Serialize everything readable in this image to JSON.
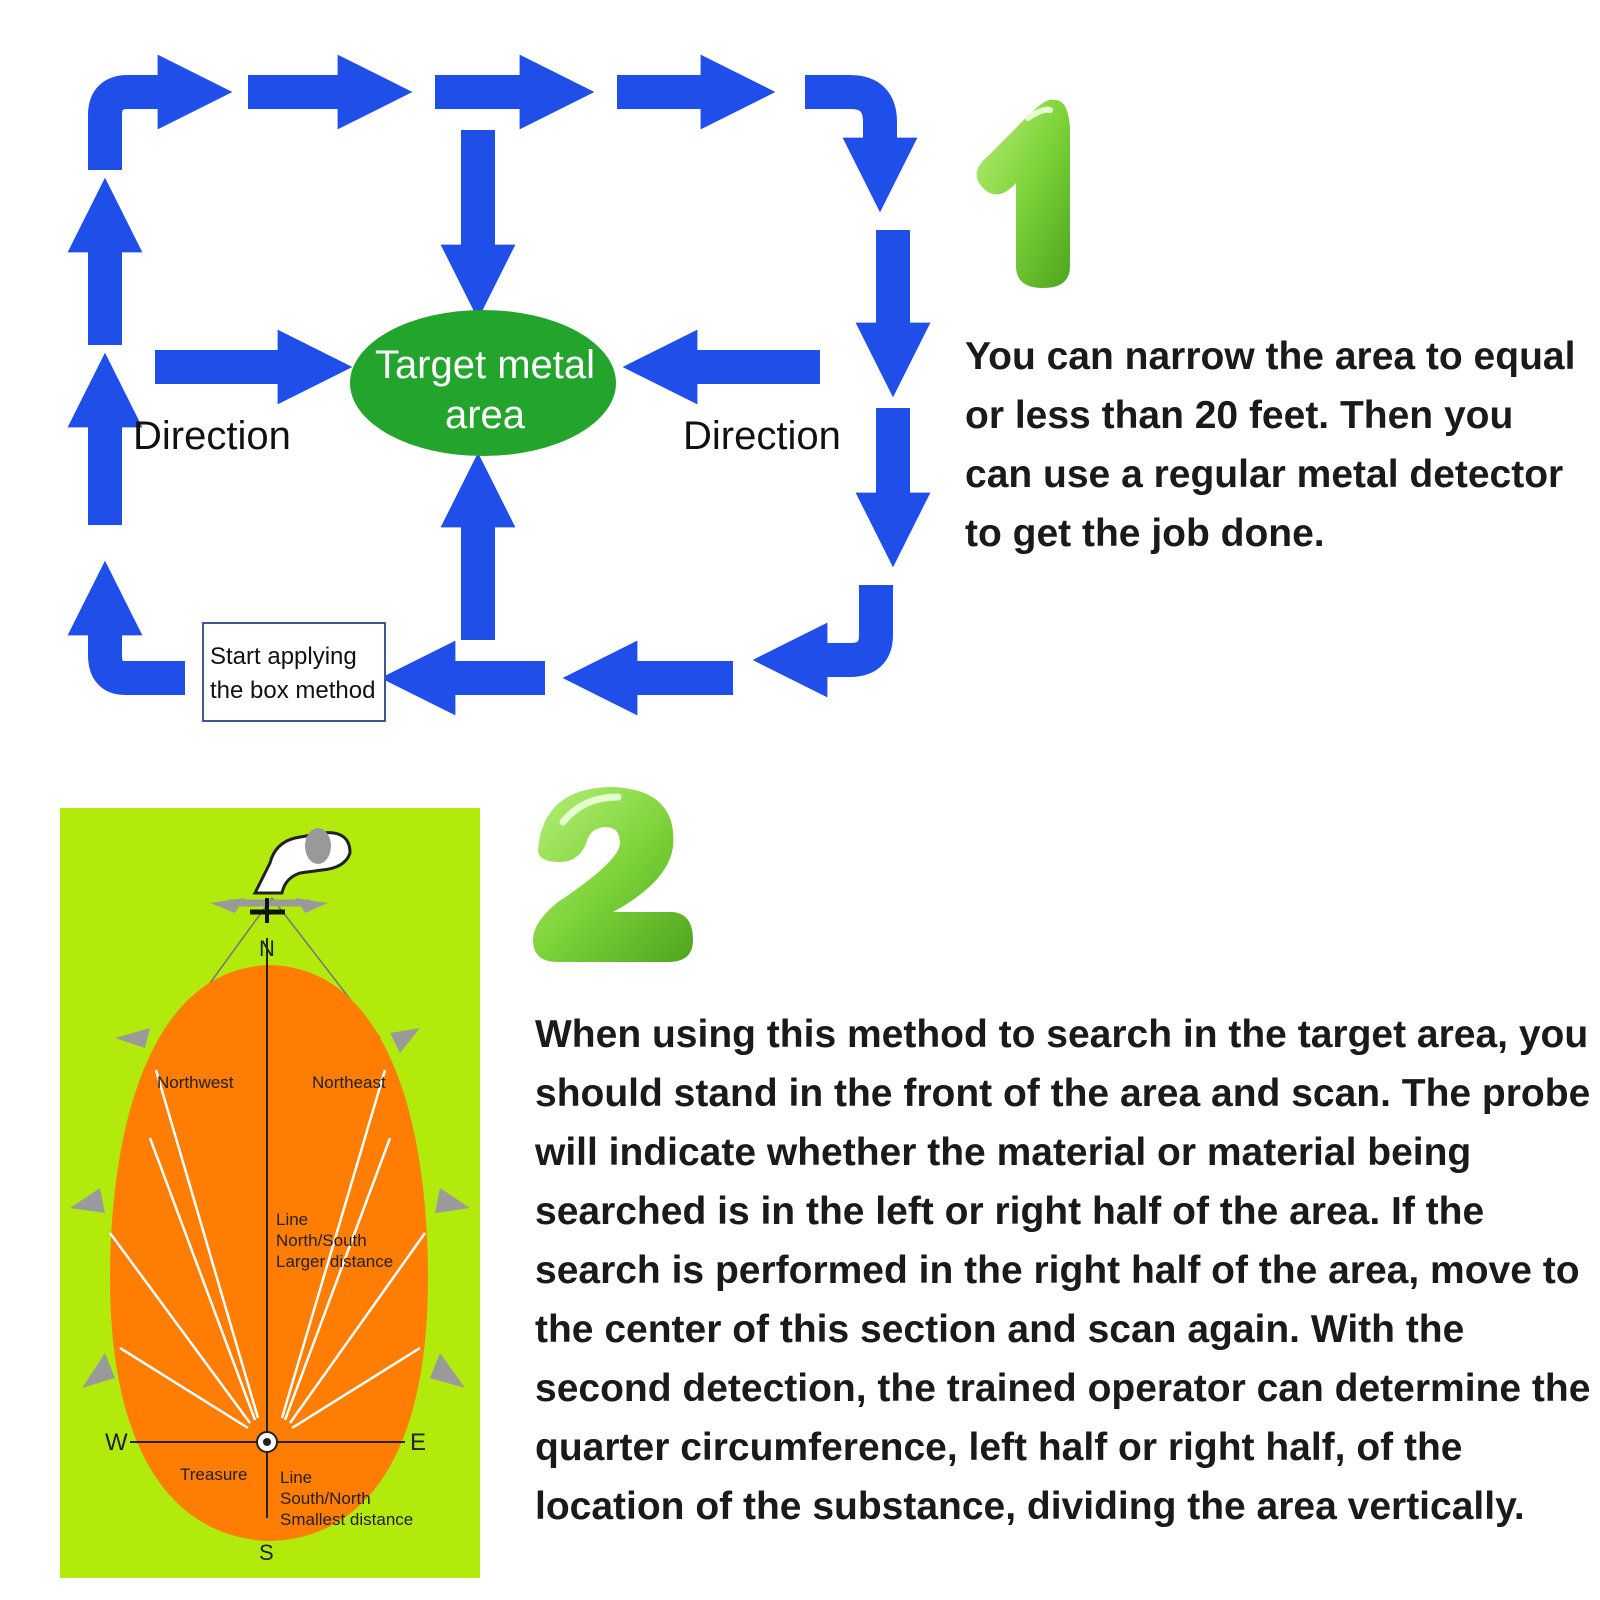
{
  "section1": {
    "number": "1",
    "target_label": "Target metal area",
    "direction_left": "Direction",
    "direction_right": "Direction",
    "start_box": [
      "Start applying",
      "the box method"
    ],
    "description": "You can narrow the area to equal or less than 20 feet. Then you can use a regular metal detector to get the job done."
  },
  "section2": {
    "number": "2",
    "compass": {
      "north": "N",
      "south": "S",
      "west": "W",
      "east": "E"
    },
    "labels": {
      "northwest": "Northwest",
      "northeast": "Northeast",
      "line_ns": [
        "Line",
        "North/South",
        "Larger distance"
      ],
      "treasure": "Treasure",
      "line_sn": [
        "Line",
        "South/North",
        "Smallest distance"
      ]
    },
    "description": "When using this method to search in the target area, you should stand in the front of the area and scan. The probe will indicate whether the material or material being searched is in the left or right half of the area. If the search is performed in the right half of the area, move to the center of this section and scan again. With the second detection, the trained operator can determine the quarter circumference, left half or right half, of the location of the substance, dividing the area vertically."
  },
  "colors": {
    "arrow_blue": "#1f4fe8",
    "ellipse_green": "#23a52d",
    "panel_green": "#b2ea0c",
    "egg_orange": "#ff7d03",
    "number_green": "#7ed33a"
  }
}
